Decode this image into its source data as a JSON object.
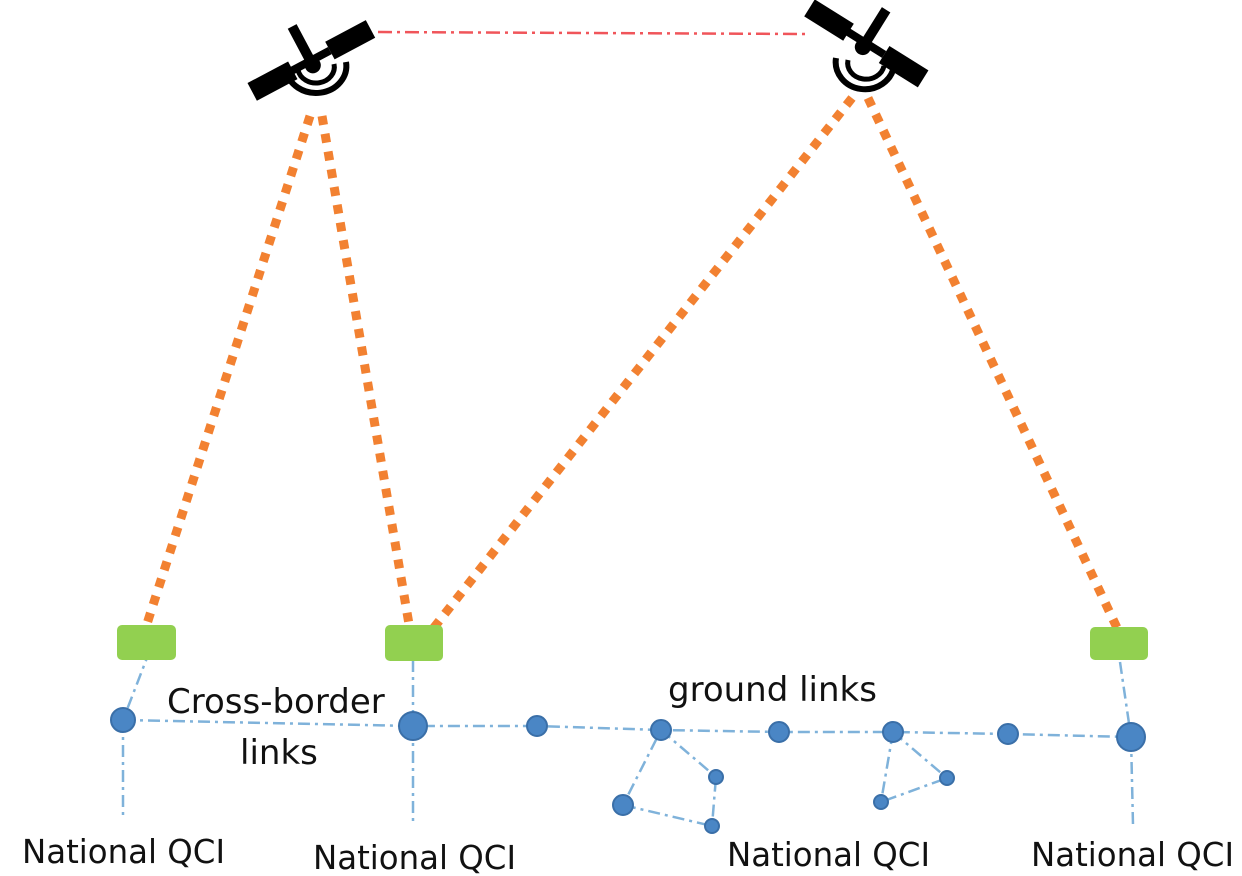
{
  "labels": {
    "cross_border_line1": "Cross-border",
    "cross_border_line2": "links",
    "ground_links": "ground links",
    "national_qci": "National QCI"
  },
  "icons": {
    "satellite": "satellite-icon",
    "ground_station": "ground-station",
    "network_node": "network-node"
  },
  "colors": {
    "satellite_link": "#F28131",
    "inter_satellite_link": "#F0555A",
    "ground_link": "#7FB2DA",
    "node_fill": "#4A86C5",
    "node_stroke": "#3A6FA8",
    "ground_station": "#92D050",
    "satellite": "#000000"
  }
}
